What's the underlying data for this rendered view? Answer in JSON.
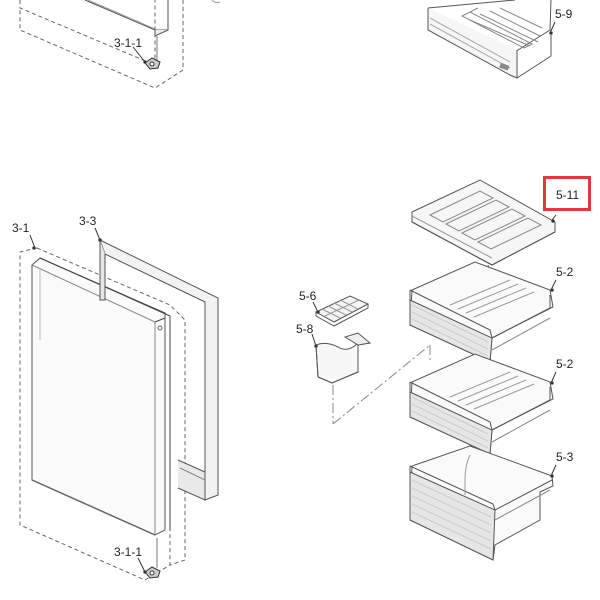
{
  "diagram": {
    "type": "exploded-parts-diagram",
    "subject": "refrigerator door and freezer drawers",
    "highlight_color": "#e03a3e",
    "line_color": "#555555"
  },
  "parts": [
    {
      "id": "3-1-1-top",
      "label": "3-1-1",
      "description": "door hinge (upper section)"
    },
    {
      "id": "5-9",
      "label": "5-9",
      "description": "drawer (top)"
    },
    {
      "id": "5-11",
      "label": "5-11",
      "description": "shelf tray",
      "highlighted": true
    },
    {
      "id": "3-1",
      "label": "3-1",
      "description": "door assembly"
    },
    {
      "id": "3-3",
      "label": "3-3",
      "description": "door gasket"
    },
    {
      "id": "5-6",
      "label": "5-6",
      "description": "ice cube tray"
    },
    {
      "id": "5-8",
      "label": "5-8",
      "description": "ice bin"
    },
    {
      "id": "5-2-a",
      "label": "5-2",
      "description": "drawer (upper)"
    },
    {
      "id": "5-2-b",
      "label": "5-2",
      "description": "drawer (middle)"
    },
    {
      "id": "5-3",
      "label": "5-3",
      "description": "drawer (bottom)"
    },
    {
      "id": "3-1-1-bottom",
      "label": "3-1-1",
      "description": "door hinge (lower)"
    }
  ]
}
